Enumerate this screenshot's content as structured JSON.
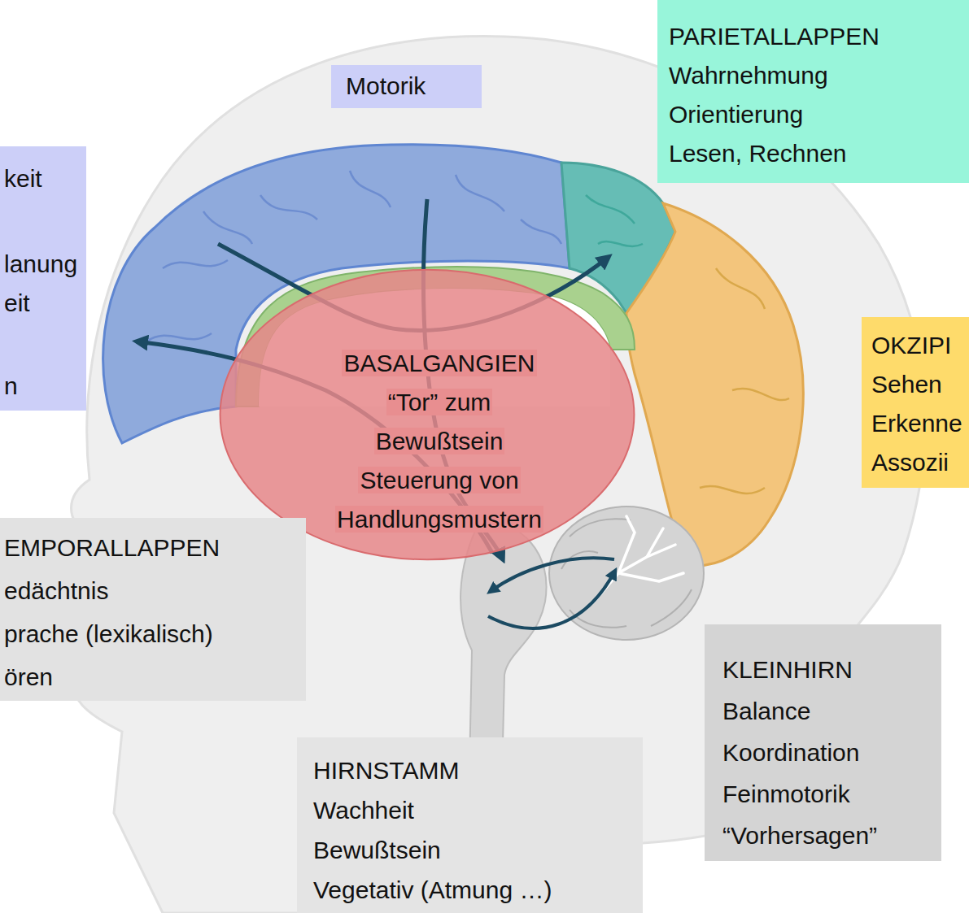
{
  "diagram": {
    "nodes": [
      {
        "text": [
          "Motorik"
        ]
      },
      {
        "text": [
          "PARIETALLAPPEN",
          "Wahrnehmung",
          "Orientierung",
          "Lesen, Rechnen"
        ]
      },
      {
        "text": [
          "keit",
          "lanung",
          "eit",
          "n"
        ]
      },
      {
        "text": [
          "BASALGANGIEN",
          "“Tor” zum Bewußtsein",
          "Steuerung von Handlungsmustern"
        ]
      },
      {
        "text": [
          "OKZIPI",
          "Sehen",
          "Erkenne",
          "Assozii"
        ]
      },
      {
        "text": [
          "EMPORALLAPPEN",
          "edächtnis",
          "prache (lexikalisch)",
          "ören"
        ]
      },
      {
        "text": [
          "KLEINHIRN",
          "Balance",
          "Koordination",
          "Feinmotorik",
          "“Vorhersagen”"
        ]
      },
      {
        "text": [
          "HIRNSTAMM",
          "Wachheit",
          "Bewußtsein",
          "Vegetativ (Atmung …)"
        ]
      }
    ]
  }
}
